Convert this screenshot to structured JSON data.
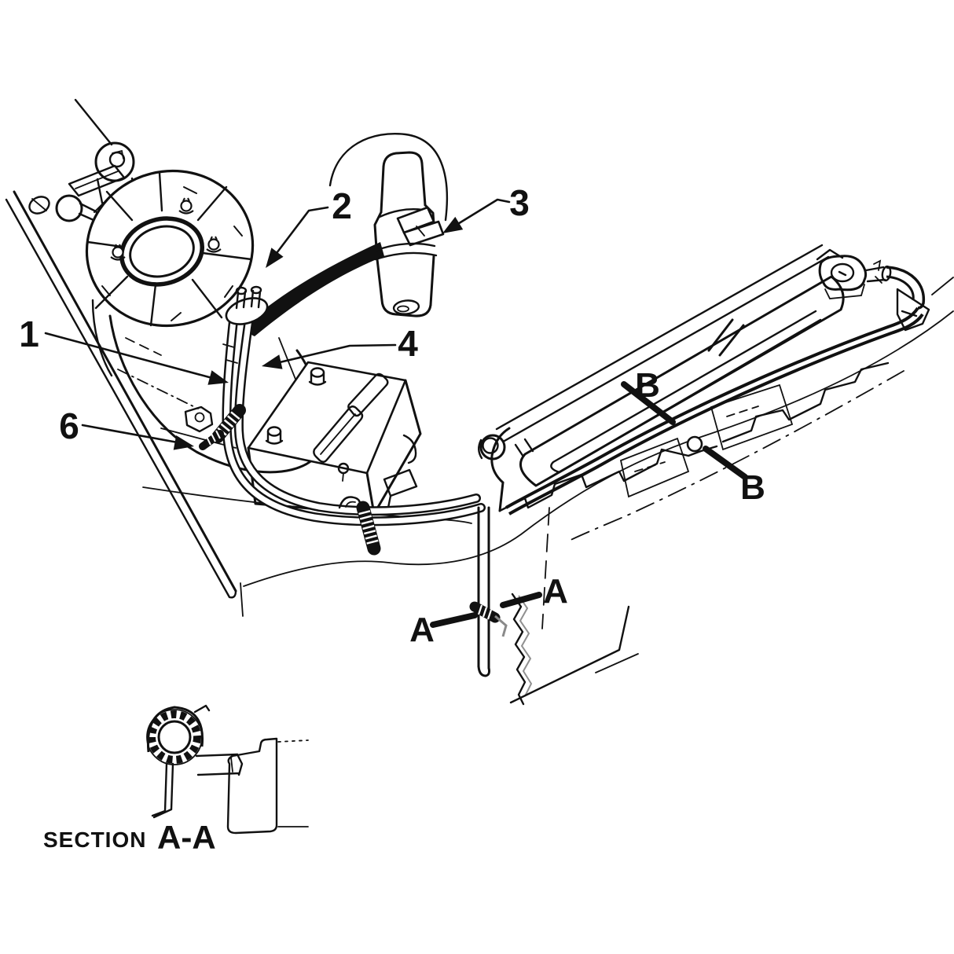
{
  "diagram": {
    "background_color": "#ffffff",
    "line_color": "#111111",
    "accent_gray": "#8a8a8a",
    "callouts": [
      {
        "id": "callout-1",
        "label": "1"
      },
      {
        "id": "callout-2",
        "label": "2"
      },
      {
        "id": "callout-3",
        "label": "3"
      },
      {
        "id": "callout-4",
        "label": "4"
      },
      {
        "id": "callout-6",
        "label": "6"
      },
      {
        "id": "callout-b-upper",
        "label": "B"
      },
      {
        "id": "callout-b-lower",
        "label": "B"
      },
      {
        "id": "callout-a-right",
        "label": "A"
      },
      {
        "id": "callout-a-left",
        "label": "A"
      }
    ],
    "section_caption": {
      "prefix": "SECTION",
      "name": "A-A"
    }
  }
}
